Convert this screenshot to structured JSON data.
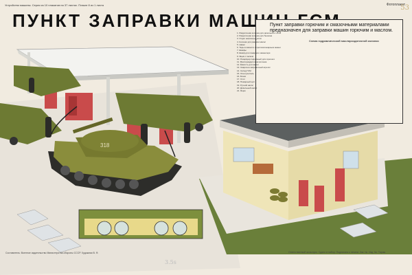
{
  "poster": {
    "title": "ПУНКТ ЗАПРАВКИ МАШИН ГСМ",
    "top_left_note": "Устройство машины. Серия из 10 плакатов на 37 листах. Плакат 8 из 1 листа",
    "top_right_note": "Фотоплакат",
    "corner_number": "53",
    "info_text": "Пункт заправки горючим и смазочными материалами предназначен для заправки машин горючим и маслом.",
    "scheme_title": "Схема гидравлической масляроздаточной колонки",
    "legend_items": [
      "1. Раздаточная колонка для дизельного топлива",
      "2. Раздаточная колонка для бензина",
      "3. Отдел нефтепродуктов",
      "4. Колонки для раздачи масел",
      "5. Навес",
      "6. Тары в ёмкости с противопожарным инвентарём",
      "7. Шкафы",
      "8. Шкаф для пожарного инвентаря",
      "9. Ящик с песком",
      "10. Резервуар подземный для горючего",
      "11. Маслораздаточная колонка",
      "12. Ёмкость для масел",
      "13. Сварочно-заправочный агрегат",
      "14. Склад ГСМ",
      "15. Огнетушитель",
      "16. Бочки",
      "17. Стол",
      "18. Пожарный щит",
      "19. Ручной насос",
      "20. Дизельный насос",
      "21. Ящик"
    ],
    "tank_number": "318",
    "pencil_note": "3.5s",
    "bottom_left_note": "Составитель: Военное издательство Министерства обороны СССР. Художник В. Ф.",
    "bottom_right_note": "Ответственный за выпуск. Сдано в набор. Подписано к печати. Зак. №. Изд. №. Тираж."
  }
}
